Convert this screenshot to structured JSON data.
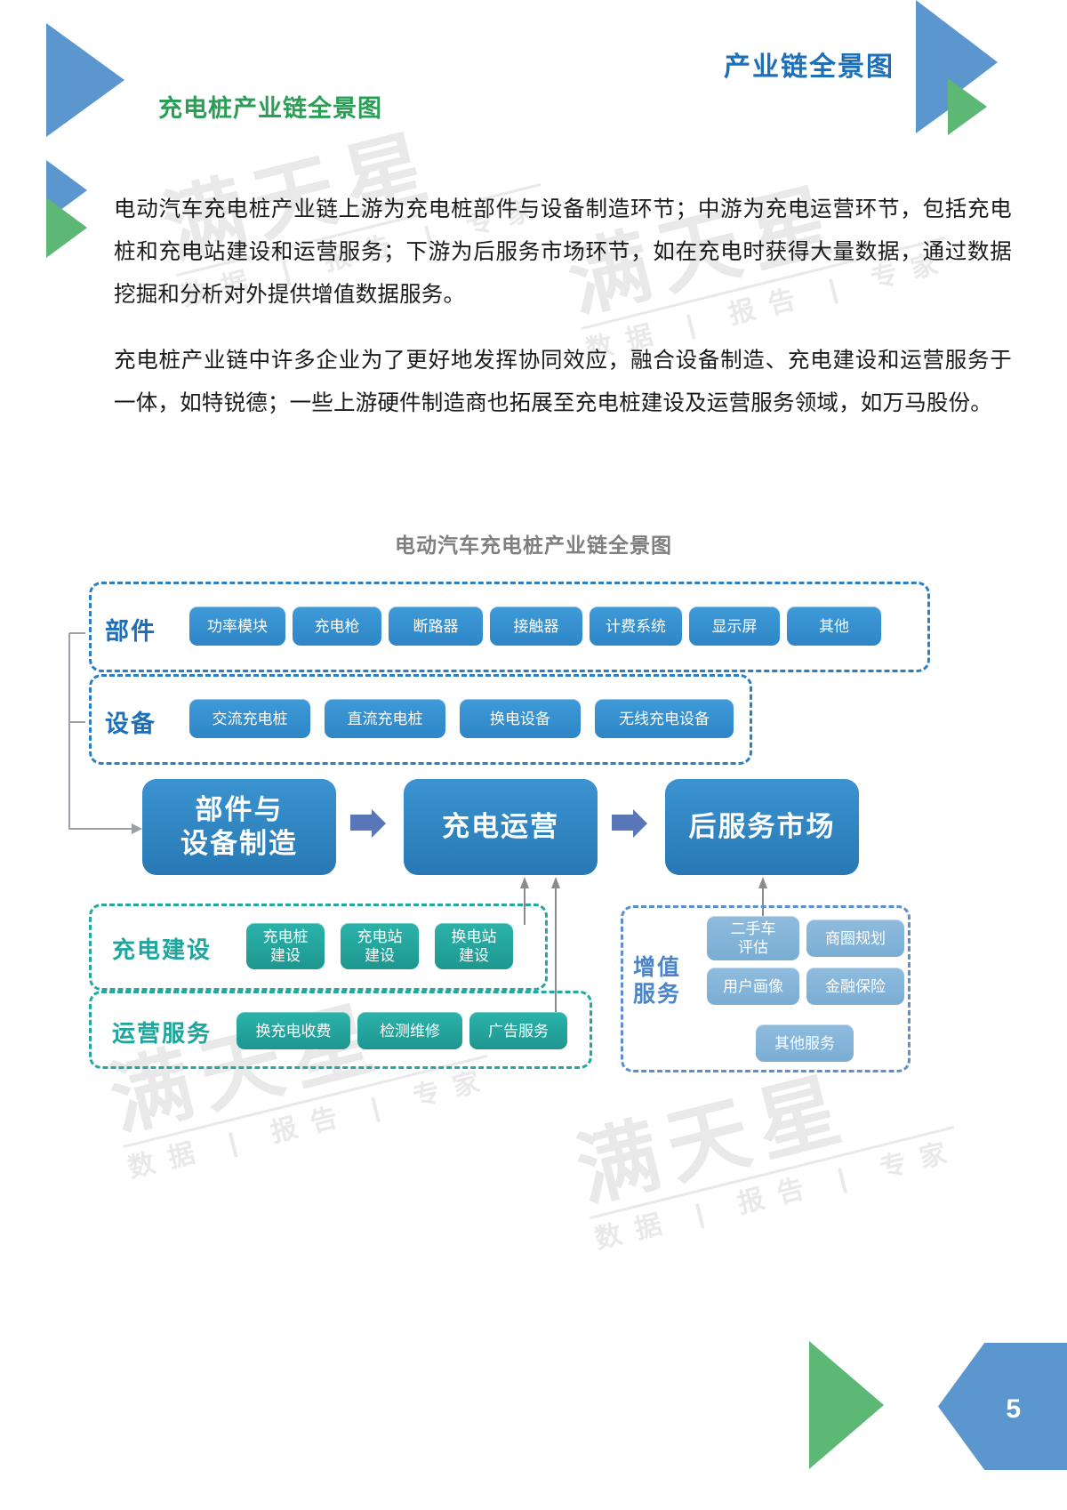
{
  "header": {
    "right_title": "产业链全景图",
    "left_title": "充电桩产业链全景图"
  },
  "body": {
    "paragraph1": "电动汽车充电桩产业链上游为充电桩部件与设备制造环节；中游为充电运营环节，包括充电桩和充电站建设和运营服务；下游为后服务市场环节，如在充电时获得大量数据，通过数据挖掘和分析对外提供增值数据服务。",
    "paragraph2": "充电桩产业链中许多企业为了更好地发挥协同效应，融合设备制造、充电建设和运营服务于一体，如特锐德；一些上游硬件制造商也拓展至充电桩建设及运营服务领域，如万马股份。"
  },
  "watermark": {
    "big": "满天星",
    "small": "数据 | 报告 | 专家"
  },
  "chart_data": {
    "type": "diagram",
    "title": "电动汽车充电桩产业链全景图",
    "groups": [
      {
        "id": "components",
        "label": "部件",
        "style": "blue",
        "items": [
          "功率模块",
          "充电枪",
          "断路器",
          "接触器",
          "计费系统",
          "显示屏",
          "其他"
        ]
      },
      {
        "id": "equipment",
        "label": "设备",
        "style": "blue",
        "items": [
          "交流充电桩",
          "直流充电桩",
          "换电设备",
          "无线充电设备"
        ]
      },
      {
        "id": "charging-construction",
        "label": "充电建设",
        "style": "teal",
        "items": [
          "充电桩\n建设",
          "充电站\n建设",
          "换电站\n建设"
        ]
      },
      {
        "id": "operation-service",
        "label": "运营服务",
        "style": "teal",
        "items": [
          "换充电收费",
          "检测维修",
          "广告服务"
        ]
      },
      {
        "id": "value-added",
        "label": "增值\n服务",
        "style": "lblue",
        "items": [
          "二手车\n评估",
          "商圈规划",
          "用户画像",
          "金融保险",
          "其他服务"
        ]
      }
    ],
    "stages": [
      {
        "id": "stage-manufacturing",
        "label": "部件与\n设备制造"
      },
      {
        "id": "stage-operation",
        "label": "充电运营"
      },
      {
        "id": "stage-aftermarket",
        "label": "后服务市场"
      }
    ],
    "colors": {
      "blue_accent": "#2d7fc1",
      "teal_accent": "#24a8a0",
      "light_blue_accent": "#5b8fd0",
      "stage_fill": "#2779b5",
      "brand_blue": "#5b97ce",
      "brand_green": "#5cb874"
    }
  },
  "footer": {
    "page_number": "5"
  }
}
